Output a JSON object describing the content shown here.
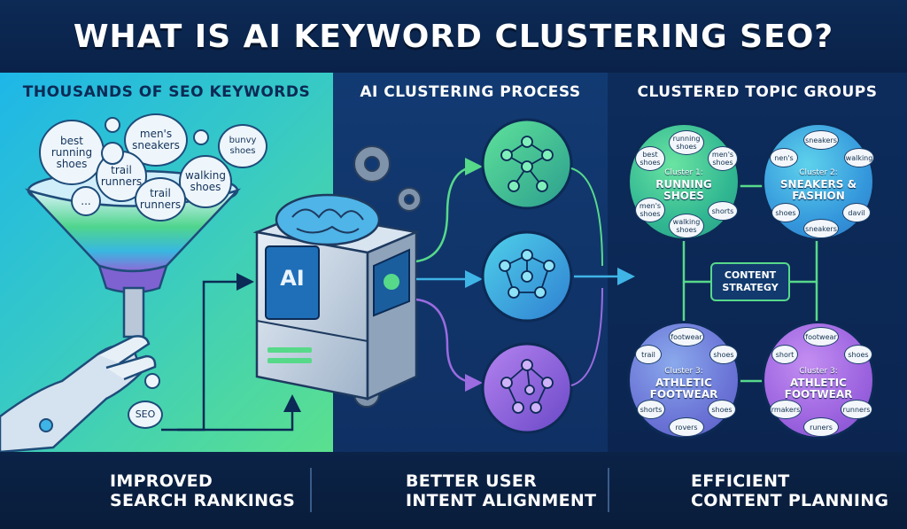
{
  "title": "WHAT IS AI KEYWORD CLUSTERING SEO?",
  "panels": {
    "left": {
      "title": "THOUSANDS OF SEO KEYWORDS",
      "keywords": [
        "best running shoes",
        "men's sneakers",
        "bunvy shoes",
        "trail runners",
        "walking shoes",
        "trail runners",
        "...",
        "SEO"
      ]
    },
    "middle": {
      "title": "AI CLUSTERING PROCESS",
      "ai_label": "AI"
    },
    "right": {
      "title": "CLUSTERED TOPIC GROUPS",
      "center_label": "CONTENT STRATEGY",
      "clusters": [
        {
          "caption": "Cluster 1:",
          "name": "RUNNING SHOES",
          "keywords": [
            "running shoes",
            "best shoes",
            "men's shoes",
            "men's shoes",
            "walking shoes",
            "shorts"
          ]
        },
        {
          "caption": "Cluster 2:",
          "name": "SNEAKERS & FASHION",
          "keywords": [
            "sneakers",
            "nen's",
            "walking",
            "shoes",
            "davil",
            "sneakers"
          ]
        },
        {
          "caption": "Cluster 3:",
          "name": "ATHLETIC FOOTWEAR",
          "keywords": [
            "footwear",
            "trail",
            "shoes",
            "shorts",
            "shoes",
            "rovers"
          ]
        },
        {
          "caption": "Cluster 3:",
          "name": "ATHLETIC FOOTWEAR",
          "keywords": [
            "footwear",
            "short",
            "shoes",
            "rmakers",
            "runners",
            "runers"
          ]
        }
      ]
    }
  },
  "benefits": [
    {
      "line1": "IMPROVED",
      "line2": "SEARCH RANKINGS",
      "icon": "magnifier-icon"
    },
    {
      "line1": "BETTER USER",
      "line2": "INTENT ALIGNMENT",
      "icon": "users-icon"
    },
    {
      "line1": "EFFICIENT",
      "line2": "CONTENT PLANNING",
      "icon": "browser-layout-icon"
    }
  ],
  "colors": {
    "green": "#57d98a",
    "blue": "#3fb4e6",
    "purple": "#9b6be0",
    "navy": "#0b2246"
  }
}
